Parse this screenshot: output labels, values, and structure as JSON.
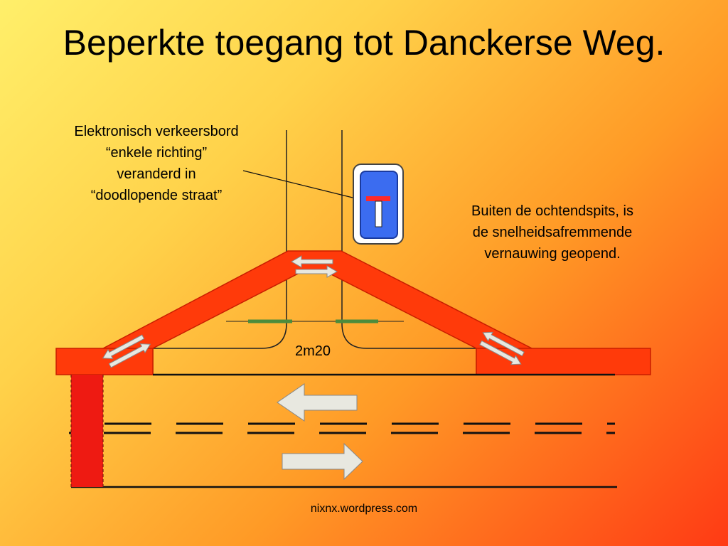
{
  "title": "Beperkte toegang tot Danckerse Weg.",
  "callout": {
    "lines": [
      "Elektronisch verkeersbord",
      "“enkele richting”",
      "veranderd in",
      "“doodlopende straat”"
    ]
  },
  "note": {
    "lines": [
      "Buiten de ochtendspits, is",
      "de snelheidsafremmende",
      "vernauwing geopend."
    ]
  },
  "width_label": "2m20",
  "footer": "nixnx.wordpress.com",
  "colors": {
    "road_closure": "#ff3a0a",
    "road_closure_edge": "#c81e00",
    "arrow_fill": "#e8e8e0",
    "sign_blue": "#3b6cf0",
    "sign_bar": "#ff2a2a",
    "barrier_green": "#4c8c3c",
    "pole_red": "#ee1a12"
  },
  "icons": [
    "no-through-road-sign-icon",
    "left-arrow-icon",
    "right-arrow-icon",
    "two-way-arrow-icon"
  ]
}
